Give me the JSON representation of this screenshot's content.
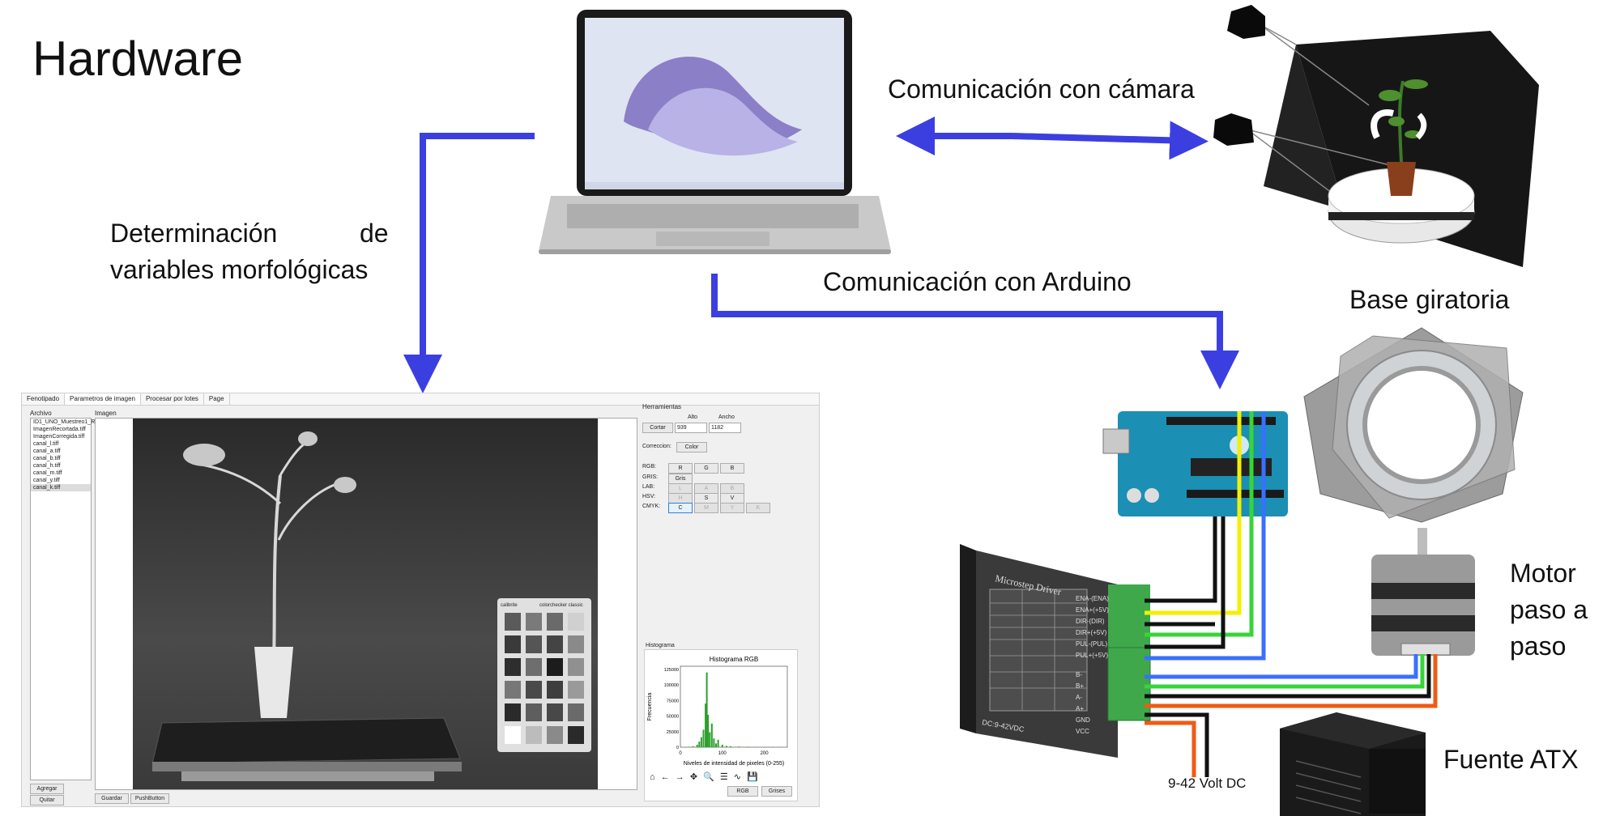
{
  "title": "Hardware",
  "labels": {
    "camera_comm": "Comunicación con cámara",
    "arduino_comm": "Comunicación con Arduino",
    "morph_line1": "Determinación",
    "morph_line1b": "de",
    "morph_line2": "variables morfológicas",
    "rotating_base": "Base giratoria",
    "motor_l1": "Motor",
    "motor_l2": "paso a",
    "motor_l3": "paso",
    "psu": "Fuente ATX",
    "voltage": "9-42 Volt DC"
  },
  "colors": {
    "arrow": "#3b3fe0",
    "wire_black": "#111111",
    "wire_yellow": "#f2f000",
    "wire_green": "#38d438",
    "wire_blue": "#3a6fff",
    "wire_orange": "#f05a14",
    "arduino": "#1b8fb4",
    "driver": "#3a3a3a",
    "terminal": "#3fa84b"
  },
  "driver_board": {
    "title": "Microstep Driver",
    "dc_label": "DC:9-42VDC",
    "pins": [
      "ENA-(ENA)",
      "ENA+(+5V)",
      "DIR-(DIR)",
      "DIR+(+5V)",
      "PUL-(PUL)",
      "PUL+(+5V)",
      "B-",
      "B+",
      "A-",
      "A+",
      "GND",
      "VCC"
    ]
  },
  "app": {
    "tabs": [
      "Fenotipado",
      "Parametros de imagen",
      "Procesar por lotes",
      "Page"
    ],
    "active_tab": "Parametros de imagen",
    "archivo_label": "Archivo",
    "files": [
      "ID1_UNO_Muestreo1_R",
      "ImagenRecortada.tiff",
      "ImagenCorregida.tiff",
      "canal_l.tiff",
      "canal_a.tiff",
      "canal_b.tiff",
      "canal_h.tiff",
      "canal_m.tiff",
      "canal_y.tiff",
      "canal_k.tiff"
    ],
    "selected_file": "canal_k.tiff",
    "agregar": "Agregar",
    "quitar": "Quitar",
    "imagen_label": "Imagen",
    "guardar": "Guardar",
    "pushbutton": "PushButton",
    "herramientas": "Herramientas",
    "alto_label": "Alto",
    "ancho_label": "Ancho",
    "cortar": "Cortar",
    "alto_value": "939",
    "ancho_value": "1182",
    "correccion_label": "Correccion:",
    "color_btn": "Color",
    "rows": [
      {
        "label": "RGB:",
        "buttons": [
          "R",
          "G",
          "B"
        ]
      },
      {
        "label": "GRIS:",
        "buttons": [
          "Gris"
        ]
      },
      {
        "label": "LAB:",
        "buttons": [
          "L",
          "A",
          "B"
        ]
      },
      {
        "label": "HSV:",
        "buttons": [
          "H",
          "S",
          "V"
        ]
      },
      {
        "label": "CMYK:",
        "buttons": [
          "C",
          "M",
          "Y",
          "K"
        ]
      }
    ],
    "histograma_label": "Histograma",
    "rgb_btn": "RGB",
    "grises_btn": "Grises",
    "colorchecker": "colorchecker classic",
    "calibrite": "calibrite"
  },
  "chart_data": {
    "type": "bar",
    "title": "Histograma RGB",
    "xlabel": "Niveles de intensidad de pixeles (0-255)",
    "ylabel": "Frecuencia",
    "xlim": [
      0,
      255
    ],
    "ylim": [
      0,
      130000
    ],
    "xticks": [
      0,
      100,
      200
    ],
    "yticks": [
      0,
      25000,
      50000,
      75000,
      100000,
      125000
    ],
    "ytick_labels": [
      "0",
      "25000",
      "50000",
      "75000",
      "100000",
      "125000"
    ],
    "x": [
      20,
      30,
      40,
      45,
      50,
      55,
      60,
      63,
      66,
      70,
      75,
      80,
      85,
      90,
      100,
      110,
      120,
      140,
      160,
      180,
      200,
      220,
      240
    ],
    "values": [
      600,
      1500,
      4000,
      9000,
      16000,
      28000,
      70000,
      120000,
      52000,
      24000,
      38000,
      14000,
      6000,
      12000,
      4000,
      2000,
      1500,
      1000,
      800,
      600,
      500,
      400,
      300
    ],
    "color": "#2ca02c",
    "grid": false
  }
}
